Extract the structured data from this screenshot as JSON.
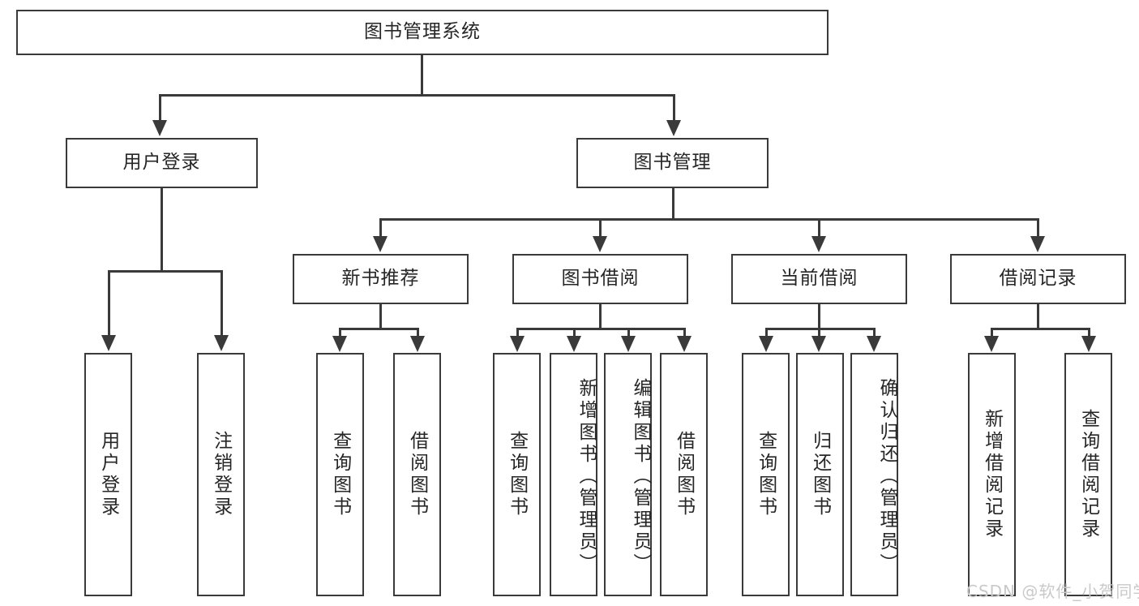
{
  "diagram": {
    "title": "图书管理系统",
    "type": "tree-hierarchy-diagram",
    "root": {
      "label": "图书管理系统"
    },
    "level1": [
      {
        "label": "用户登录"
      },
      {
        "label": "图书管理"
      }
    ],
    "level2": [
      {
        "label": "新书推荐",
        "parent": "图书管理"
      },
      {
        "label": "图书借阅",
        "parent": "图书管理"
      },
      {
        "label": "当前借阅",
        "parent": "图书管理"
      },
      {
        "label": "借阅记录",
        "parent": "图书管理"
      }
    ],
    "leaves": {
      "user_login": [
        {
          "label": "用户登录"
        },
        {
          "label": "注销登录"
        }
      ],
      "new_book_recommend": [
        {
          "label": "查询图书"
        },
        {
          "label": "借阅图书"
        }
      ],
      "book_borrow": [
        {
          "label": "查询图书"
        },
        {
          "label": "新增图书（管理员）"
        },
        {
          "label": "编辑图书（管理员）"
        },
        {
          "label": "借阅图书"
        }
      ],
      "current_borrow": [
        {
          "label": "查询图书"
        },
        {
          "label": "归还图书"
        },
        {
          "label": "确认归还（管理员）"
        }
      ],
      "borrow_record": [
        {
          "label": "新增借阅记录"
        },
        {
          "label": "查询借阅记录"
        }
      ]
    },
    "watermark": "CSDN @软件_小贺同学",
    "colors": {
      "stroke": "#3a3a3a",
      "text": "#262626",
      "background": "#ffffff",
      "watermark": "#c9c9c9"
    }
  }
}
